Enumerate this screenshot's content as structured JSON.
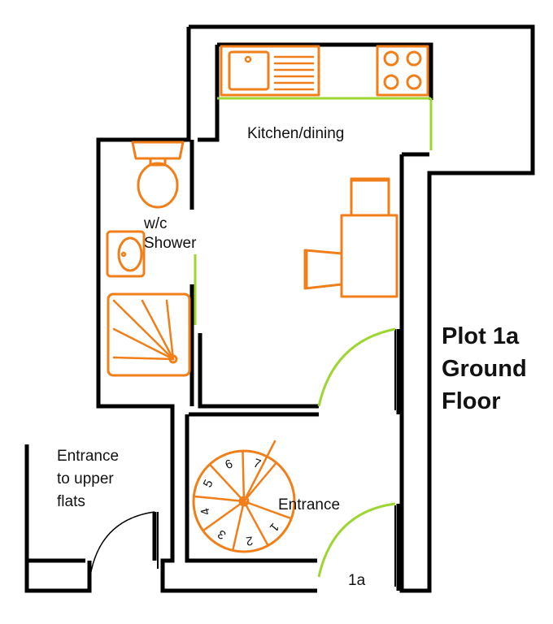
{
  "labels": {
    "kitchen": "Kitchen/dining",
    "wc": "w/c",
    "shower": "Shower",
    "entrance": "Entrance",
    "upper_line1": "Entrance",
    "upper_line2": "to upper",
    "upper_line3": "flats",
    "unit": "1a"
  },
  "title": {
    "line1": "Plot 1a",
    "line2": "Ground",
    "line3": "Floor"
  },
  "stairs": {
    "steps": [
      "1",
      "2",
      "3",
      "4",
      "5",
      "6",
      "7"
    ]
  },
  "colors": {
    "walls": "#000000",
    "fixtures": "#f07f1a",
    "doors": "#9ed631"
  }
}
